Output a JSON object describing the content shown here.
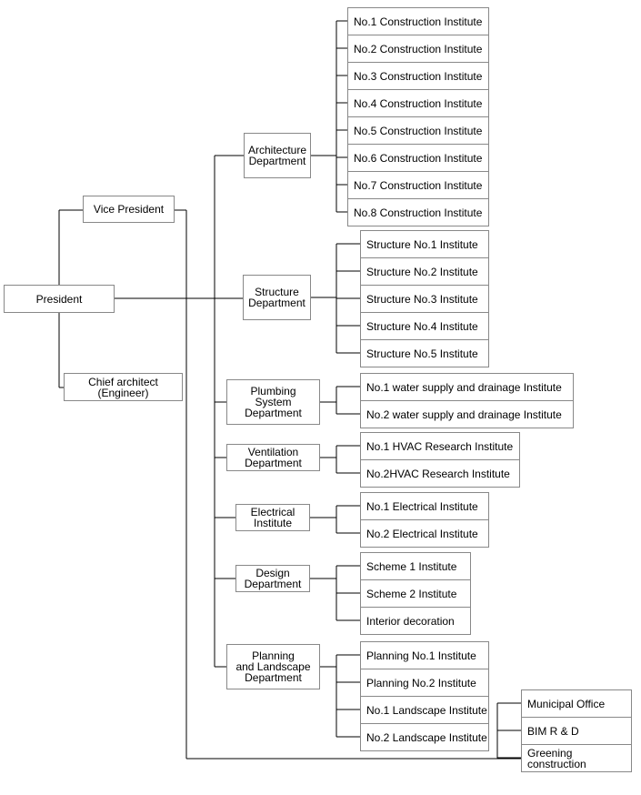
{
  "president": "President",
  "vice_president": "Vice President",
  "chief_architect": "Chief architect (Engineer)",
  "departments": [
    {
      "label": "Architecture\nDepartment",
      "institutes": [
        "No.1 Construction Institute",
        "No.2 Construction Institute",
        "No.3 Construction Institute",
        "No.4 Construction Institute",
        "No.5 Construction Institute",
        "No.6 Construction Institute",
        "No.7 Construction Institute",
        "No.8 Construction Institute"
      ]
    },
    {
      "label": "Structure\nDepartment",
      "institutes": [
        "Structure No.1 Institute",
        "Structure No.2 Institute",
        "Structure No.3 Institute",
        "Structure No.4 Institute",
        "Structure No.5 Institute"
      ]
    },
    {
      "label": "Plumbing\nSystem\nDepartment",
      "institutes": [
        "No.1 water supply and drainage Institute",
        "No.2 water supply and drainage Institute"
      ]
    },
    {
      "label": "Ventilation\nDepartment",
      "institutes": [
        "No.1 HVAC Research Institute",
        "No.2HVAC Research Institute"
      ]
    },
    {
      "label": "Electrical\nInstitute",
      "institutes": [
        "No.1 Electrical Institute",
        "No.2 Electrical Institute"
      ]
    },
    {
      "label": "Design\nDepartment",
      "institutes": [
        "Scheme 1 Institute",
        "Scheme 2 Institute",
        "Interior decoration"
      ]
    },
    {
      "label": "Planning\nand Landscape\nDepartment",
      "institutes": [
        "Planning No.1 Institute",
        "Planning No.2 Institute",
        "No.1 Landscape Institute",
        "No.2 Landscape Institute"
      ]
    }
  ],
  "offices": [
    "Municipal Office",
    "BIM R & D",
    "Greening construction"
  ]
}
